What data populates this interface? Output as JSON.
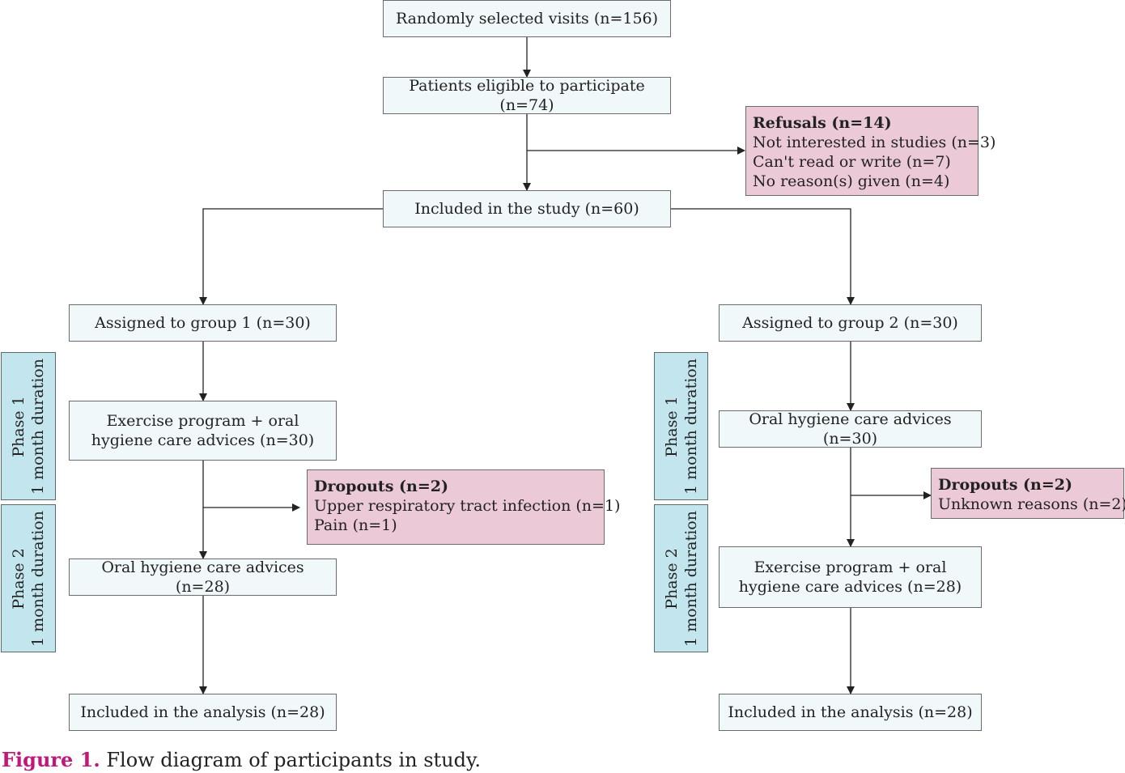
{
  "colors": {
    "node_fill": "#f1f8fa",
    "dropout_fill": "#ebc9d6",
    "phase_fill": "#c3e6ee",
    "figure_label": "#c2177a",
    "line": "#222222"
  },
  "nodes": {
    "visits": "Randomly selected visits (n=156)",
    "eligible": "Patients eligible to participate (n=74)",
    "included": "Included in the study (n=60)",
    "group1": "Assigned to group 1 (n=30)",
    "group2": "Assigned to group 2 (n=30)",
    "g1_phase1": "Exercise program + oral hygiene care advices (n=30)",
    "g1_phase2": "Oral hygiene care advices (n=28)",
    "g1_analysis": "Included in the analysis (n=28)",
    "g2_phase1": "Oral hygiene care advices (n=30)",
    "g2_phase2": "Exercise program + oral hygiene care advices (n=28)",
    "g2_analysis": "Included in the analysis (n=28)"
  },
  "refusals": {
    "title": "Refusals (n=14)",
    "lines": [
      "Not interested in studies (n=3)",
      "Can't read or write (n=7)",
      "No reason(s) given (n=4)"
    ]
  },
  "dropouts_group1": {
    "title": "Dropouts (n=2)",
    "lines": [
      "Upper respiratory tract infection (n=1)",
      "Pain (n=1)"
    ]
  },
  "dropouts_group2": {
    "title": "Dropouts (n=2)",
    "lines": [
      "Unknown reasons (n=2)"
    ]
  },
  "phases": {
    "phase1": {
      "name": "Phase 1",
      "duration": "1 month duration"
    },
    "phase2": {
      "name": "Phase 2",
      "duration": "1 month duration"
    }
  },
  "caption": {
    "label": "Figure 1.",
    "text": "Flow diagram of participants in study."
  }
}
